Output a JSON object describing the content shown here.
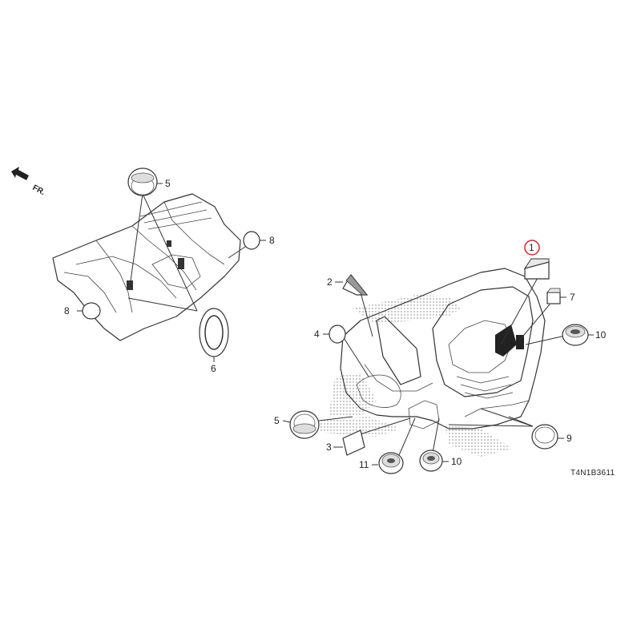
{
  "diagram": {
    "direction_label": "FR.",
    "diagram_code": "T4N1B3611",
    "highlight_color": "#d9262e",
    "callouts": [
      {
        "id": "c1",
        "label": "1",
        "highlighted": true
      },
      {
        "id": "c2",
        "label": "2"
      },
      {
        "id": "c3",
        "label": "3"
      },
      {
        "id": "c4",
        "label": "4"
      },
      {
        "id": "c5a",
        "label": "5"
      },
      {
        "id": "c5b",
        "label": "5"
      },
      {
        "id": "c6",
        "label": "6"
      },
      {
        "id": "c7",
        "label": "7"
      },
      {
        "id": "c8a",
        "label": "8"
      },
      {
        "id": "c8b",
        "label": "8"
      },
      {
        "id": "c9",
        "label": "9"
      },
      {
        "id": "c10a",
        "label": "10"
      },
      {
        "id": "c10b",
        "label": "10"
      },
      {
        "id": "c11",
        "label": "11"
      }
    ]
  }
}
